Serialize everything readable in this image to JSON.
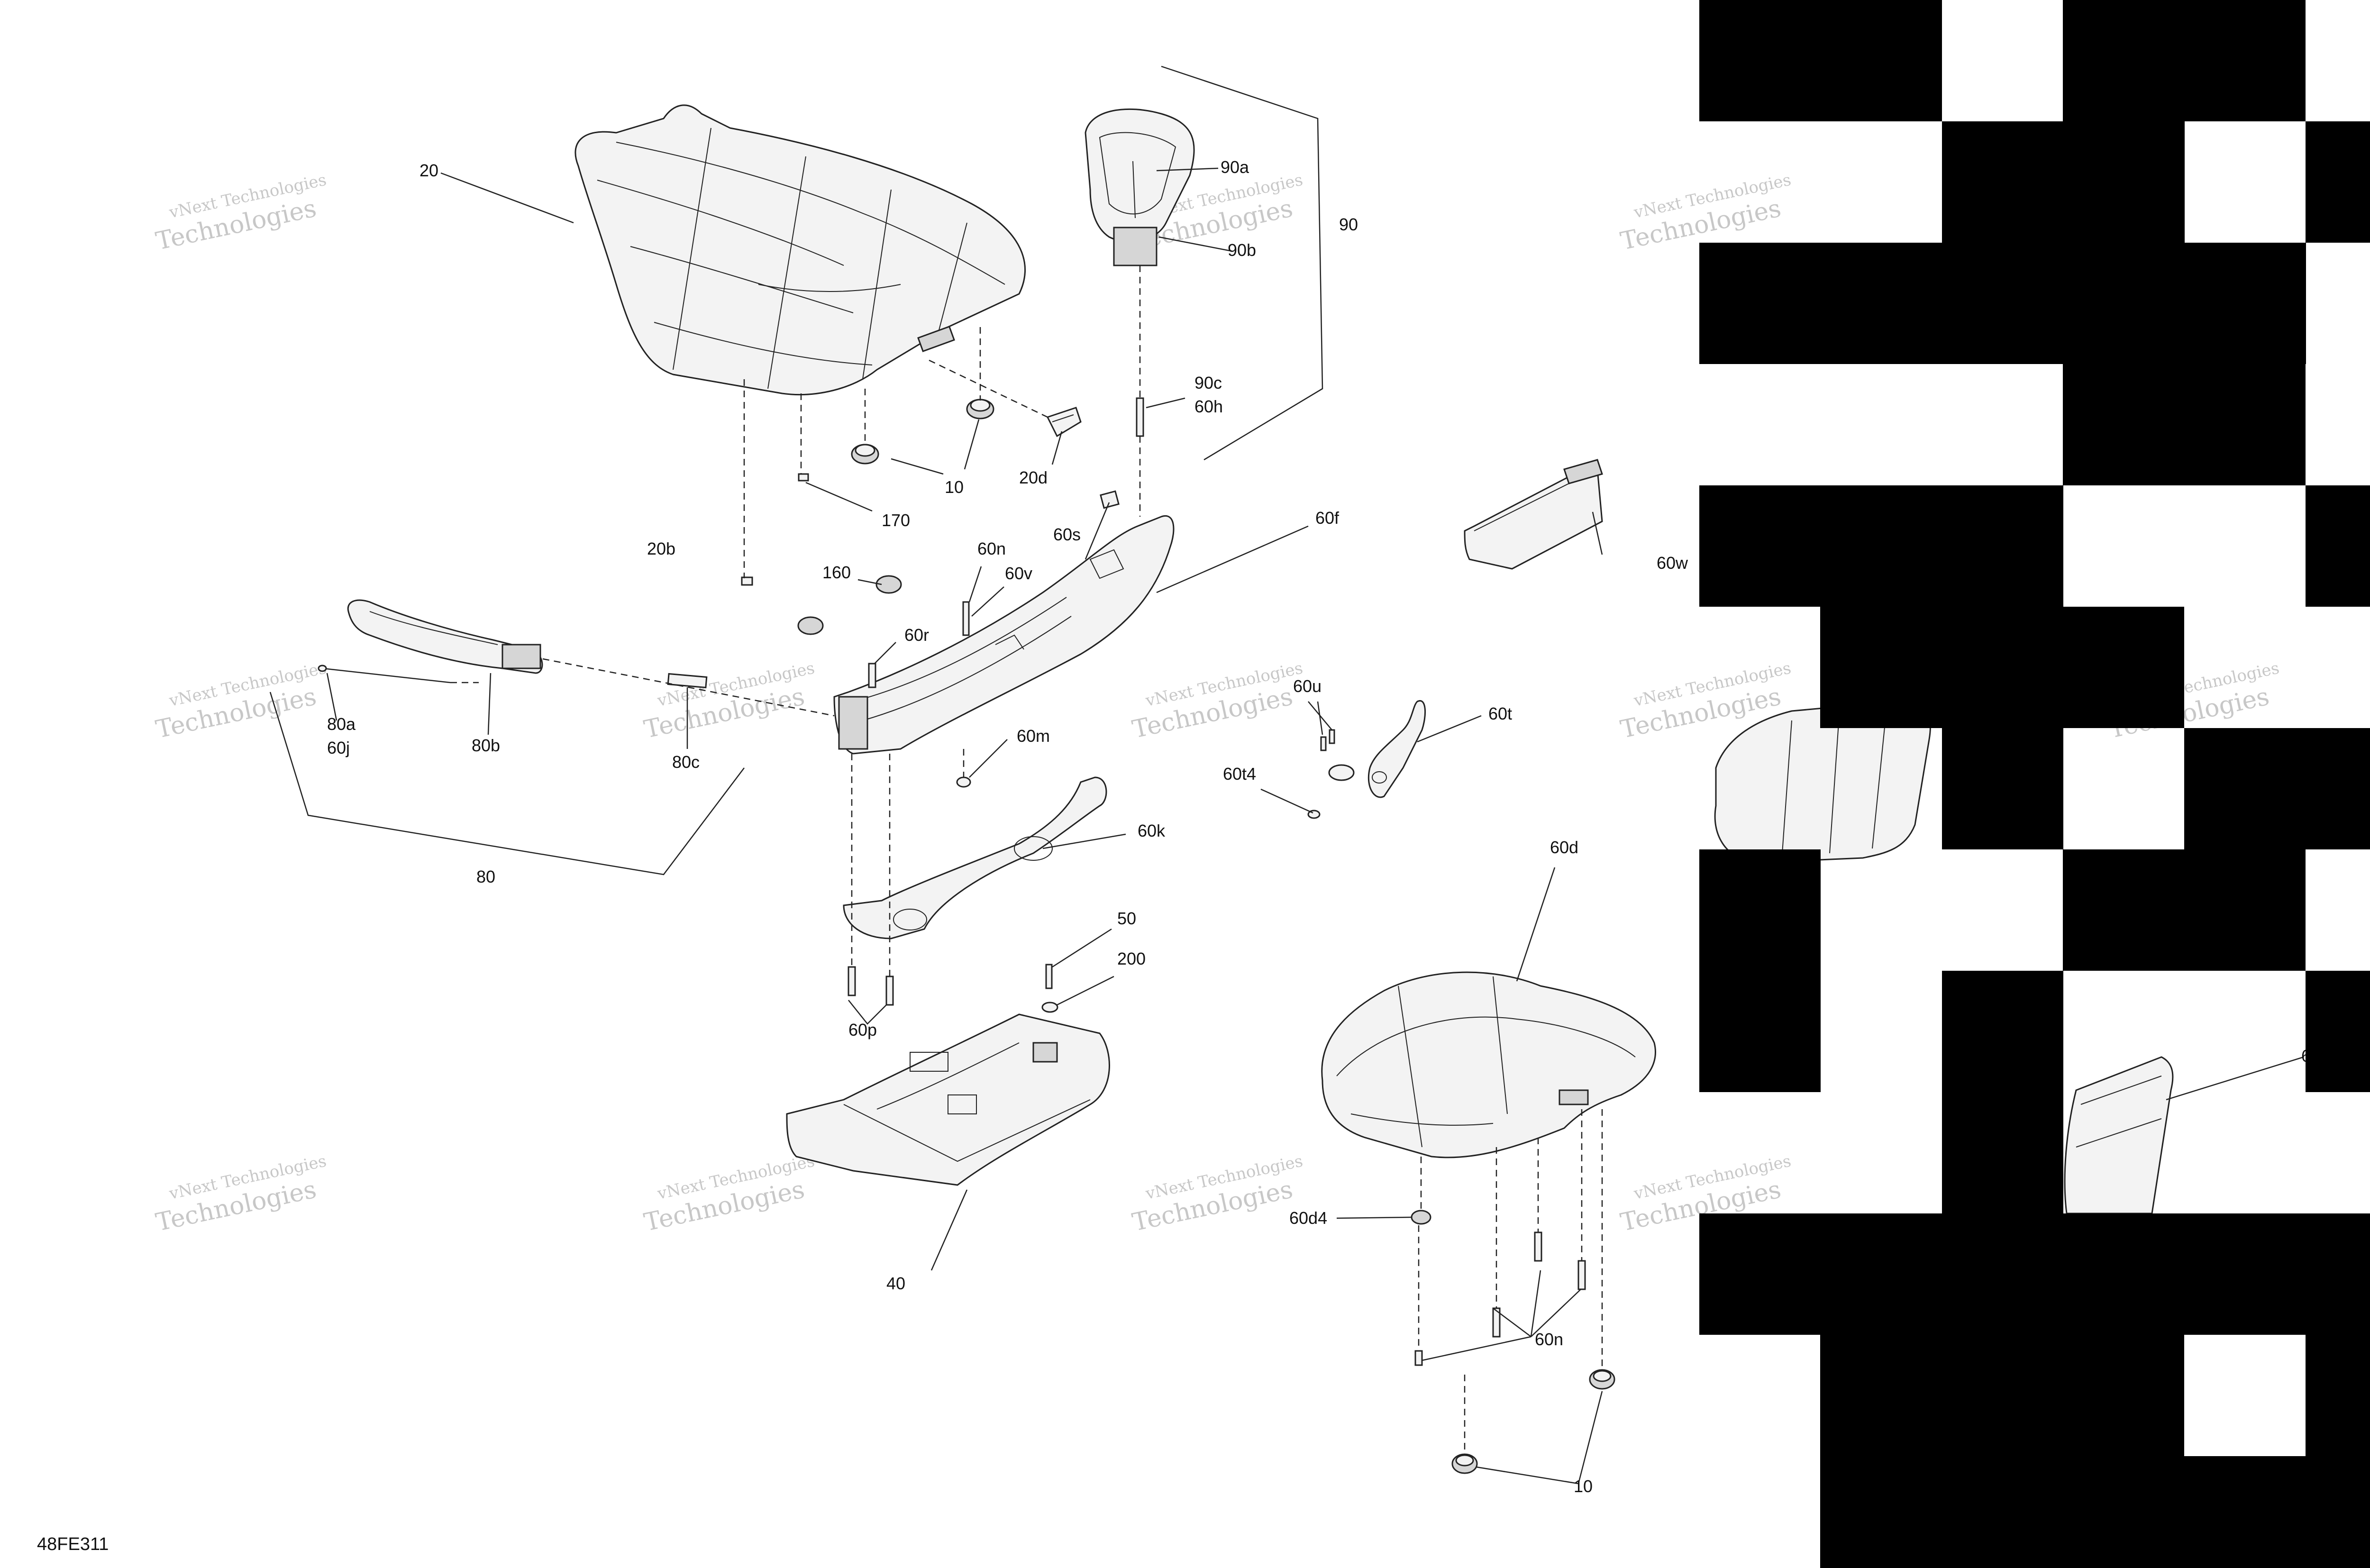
{
  "diagram_code": "48FE311",
  "watermark": {
    "line1": "vNext Technologies",
    "line2": "Technologies"
  },
  "callouts": {
    "c20": "20",
    "c20b": "20b",
    "c20d": "20d",
    "c10_top": "10",
    "c170": "170",
    "c90": "90",
    "c90a": "90a",
    "c90b": "90b",
    "c90c": "90c",
    "c60h": "60h",
    "c60f": "60f",
    "c60s": "60s",
    "c60n_top": "60n",
    "c60v": "60v",
    "c160": "160",
    "c60r": "60r",
    "c60m": "60m",
    "c60k": "60k",
    "c60p": "60p",
    "c50": "50",
    "c200": "200",
    "c40": "40",
    "c80": "80",
    "c80a": "80a",
    "c60j": "60j",
    "c80b": "80b",
    "c80c": "80c",
    "c60w": "60w",
    "c60u": "60u",
    "c60t": "60t",
    "c60t4": "60t4",
    "c60d": "60d",
    "c60d4": "60d4",
    "c60n_bottom": "60n",
    "c10_bottom": "10",
    "c6_partial": "6"
  }
}
